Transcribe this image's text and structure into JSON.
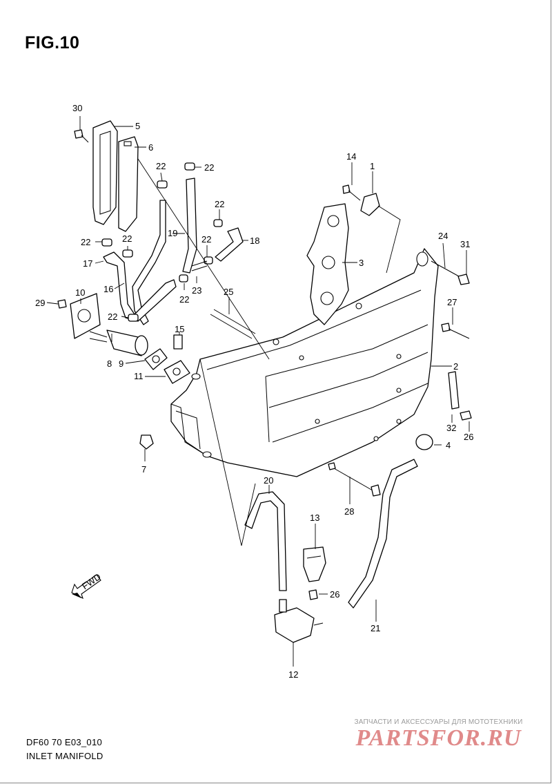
{
  "figure": {
    "title": "FIG.10",
    "code": "DF60 70 E03_010",
    "name": "INLET MANIFOLD",
    "fwd_label": "FWD"
  },
  "callouts": [
    {
      "id": "c1",
      "num": "1"
    },
    {
      "id": "c2",
      "num": "2"
    },
    {
      "id": "c3",
      "num": "3"
    },
    {
      "id": "c4",
      "num": "4"
    },
    {
      "id": "c5",
      "num": "5"
    },
    {
      "id": "c6",
      "num": "6"
    },
    {
      "id": "c7",
      "num": "7"
    },
    {
      "id": "c8",
      "num": "8"
    },
    {
      "id": "c9",
      "num": "9"
    },
    {
      "id": "c10",
      "num": "10"
    },
    {
      "id": "c11",
      "num": "11"
    },
    {
      "id": "c12",
      "num": "12"
    },
    {
      "id": "c13",
      "num": "13"
    },
    {
      "id": "c14",
      "num": "14"
    },
    {
      "id": "c15",
      "num": "15"
    },
    {
      "id": "c16",
      "num": "16"
    },
    {
      "id": "c17",
      "num": "17"
    },
    {
      "id": "c18",
      "num": "18"
    },
    {
      "id": "c19",
      "num": "19"
    },
    {
      "id": "c20",
      "num": "20"
    },
    {
      "id": "c21",
      "num": "21"
    },
    {
      "id": "c22a",
      "num": "22"
    },
    {
      "id": "c22b",
      "num": "22"
    },
    {
      "id": "c22c",
      "num": "22"
    },
    {
      "id": "c22d",
      "num": "22"
    },
    {
      "id": "c22e",
      "num": "22"
    },
    {
      "id": "c22f",
      "num": "22"
    },
    {
      "id": "c22g",
      "num": "22"
    },
    {
      "id": "c22h",
      "num": "22"
    },
    {
      "id": "c23",
      "num": "23"
    },
    {
      "id": "c24",
      "num": "24"
    },
    {
      "id": "c25",
      "num": "25"
    },
    {
      "id": "c26a",
      "num": "26"
    },
    {
      "id": "c26b",
      "num": "26"
    },
    {
      "id": "c27",
      "num": "27"
    },
    {
      "id": "c28",
      "num": "28"
    },
    {
      "id": "c29",
      "num": "29"
    },
    {
      "id": "c30",
      "num": "30"
    },
    {
      "id": "c31",
      "num": "31"
    },
    {
      "id": "c32",
      "num": "32"
    }
  ],
  "watermark": {
    "tagline": "ЗАПЧАСТИ И АКСЕССУАРЫ ДЛЯ МОТОТЕХНИКИ",
    "brand": "PARTSFOR.RU"
  },
  "colors": {
    "line": "#000000",
    "background": "#ffffff",
    "watermark_brand": "#e08a8a",
    "watermark_tag": "#9a9a9a"
  }
}
